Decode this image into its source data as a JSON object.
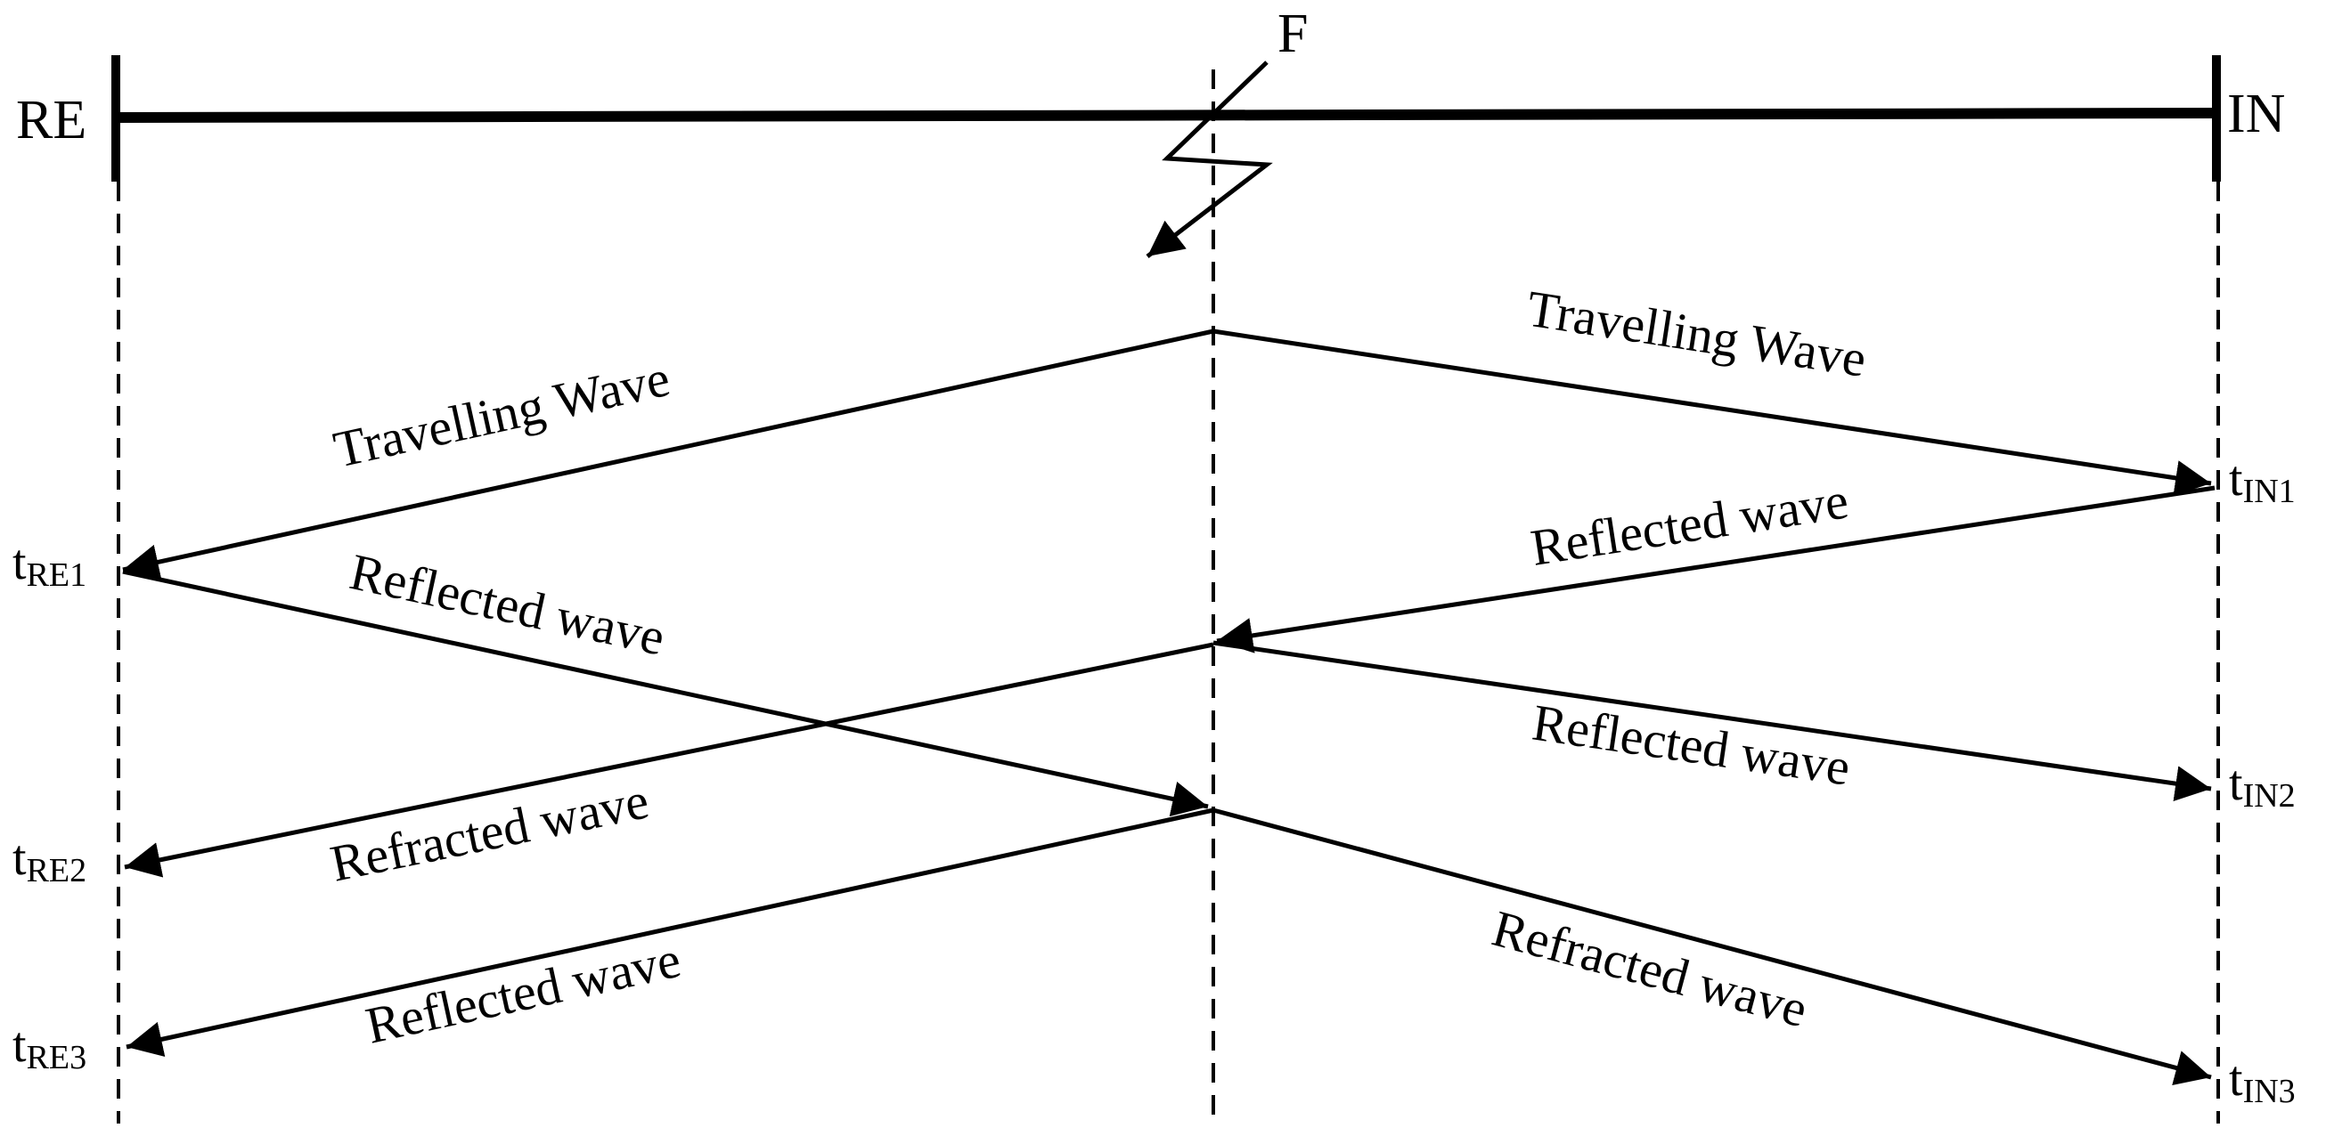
{
  "line": {
    "left_terminal": "RE",
    "right_terminal": "IN",
    "fault_label": "F"
  },
  "times": {
    "re1": {
      "t": "t",
      "sub": "RE1"
    },
    "re2": {
      "t": "t",
      "sub": "RE2"
    },
    "re3": {
      "t": "t",
      "sub": "RE3"
    },
    "in1": {
      "t": "t",
      "sub": "IN1"
    },
    "in2": {
      "t": "t",
      "sub": "IN2"
    },
    "in3": {
      "t": "t",
      "sub": "IN3"
    }
  },
  "waves": {
    "travelling_left": "Travelling Wave",
    "travelling_right": "Travelling Wave",
    "reflected_in1_to_f": "Reflected wave",
    "reflected_re1_to_f": "Reflected wave",
    "reflected_f_to_in2": "Reflected wave",
    "refracted_f_to_re2": "Refracted wave",
    "reflected_f_to_re3": "Reflected wave",
    "refracted_f_to_in3": "Refracted wave"
  }
}
